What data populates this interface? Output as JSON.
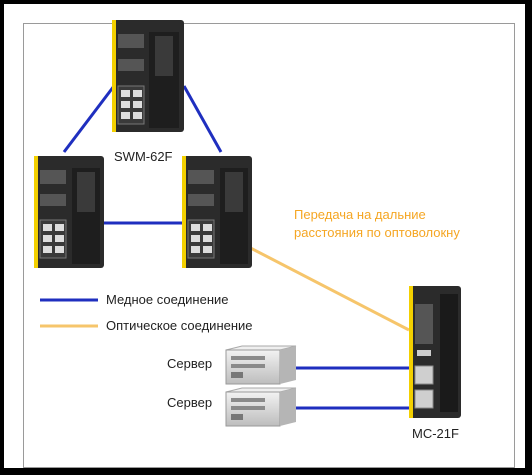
{
  "labels": {
    "switch_model": "SWM-62F",
    "converter_model": "MC-21F",
    "fiber_note_line1": "Передача на дальние",
    "fiber_note_line2": "расстояния по оптоволокну",
    "server_1": "Сервер",
    "server_2": "Сервер"
  },
  "legend": [
    {
      "label": "Медное соединение",
      "color": "#1f2fbf"
    },
    {
      "label": "Оптическое соединение",
      "color": "#f6c56b"
    }
  ],
  "colors": {
    "copper_link": "#1f2fbf",
    "fiber_link": "#f6c56b",
    "fiber_text": "#f5a623",
    "device_body": "#2b2b2b",
    "device_accent": "#f3d000",
    "server_body": "#d9d9d9"
  },
  "icons": [
    "industrial-switch-icon",
    "media-converter-icon",
    "server-icon"
  ]
}
